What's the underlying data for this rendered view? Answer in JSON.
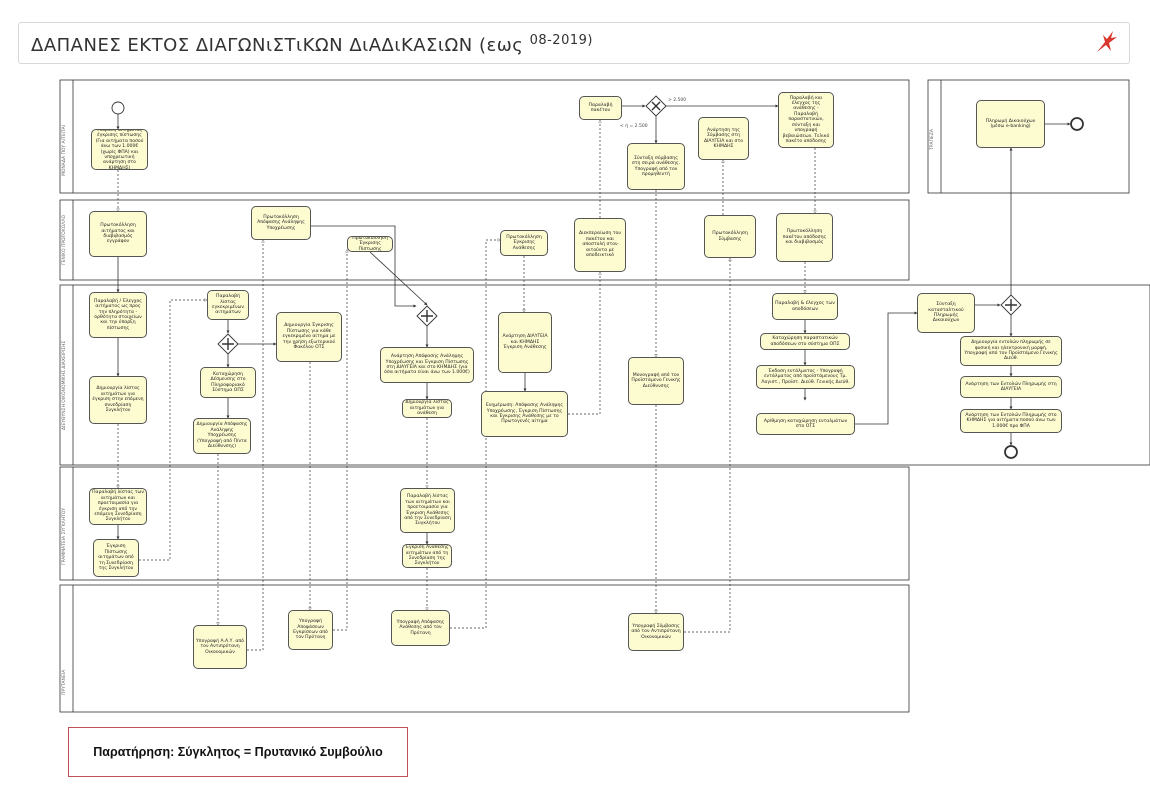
{
  "header": {
    "title": "ΔΑΠΑΝΕΣ ΕΚΤΟΣ ΔΙΑΓΩΝιΣΤιΚΩΝ ΔιΑΔιΚΑΣιΩΝ (εως ",
    "title_period": "08-2019)",
    "logo_icon": "deer-logo-icon"
  },
  "lanes": [
    "ΜΟΝΑΔΑ ΠΟΥ ΑΙΤΕΙΤΑΙ",
    "ΓΕΝΙΚΟ ΠΡΩΤΟΚΟΛΛΟ",
    "ΔΙΕΥΘΥΝΣΗ ΟΙΚΟΝΟΜΙΚΗΣ ΔΙΑΧΕΙΡΙΣΗΣ",
    "ΓΡΑΜΜΑΤΕΙΑ ΣΥΓΚΛΗΤΟΥ",
    "ΠΡΥΤΑΝΕΙΑ",
    "ΤΡΑΠΕΖΑ"
  ],
  "tasks": {
    "t1": "Υποβολή αιτήματος έγκρισης πίστωσης (Για αιτήματα ποσού άνω των 1.000€ (χωρίς ΦΠΑ) και υποχρεωτική ανάρτηση στο ΚΗΜΔΗΣ)",
    "t2": "Πρωτοκόλληση αιτήματος και διαβιβασμός εγγράφου",
    "t3": "Παραλαβή / Έλεγχος αιτήματος ως προς την πληρότητα - ορθότητα στοιχείων και την ύπαρξη πίστωσης",
    "t4": "Δημιουργία λίστας αιτημάτων για έγκριση στην επόμενη συνεδρίαση Συγκλήτου",
    "t5": "Παραλαβή λίστας εγκεκριμένων αιτημάτων",
    "t6": "Καταχώρηση Δέσμευσης στο Πληροφοριακό Σύστημα ΟΠΣ",
    "t7": "Δημιουργία Απόφασης Ανάληψης Υποχρέωσης (Υπογραφή από Π/ντα Διεύθυνσης)",
    "t8": "Πρωτοκόλληση Απόφασης Ανάληψης Υποχρέωσης",
    "t9": "Δημιουργία Έγκρισης Πίστωσης για κάθε εγκεκριμένο αίτημα με την χρήση εξωτερικού Φακέλου ΟΤΣ",
    "t10": "Πρωτοκόλληση Έγκρισης Πίστωσης",
    "t11": "Ανάρτηση Απόφασης Ανάληψης Υποχρέωσης και Έγκριση Πίστωσης στη ΔΙΑΥΓΕΙΑ και στο ΚΗΜΔΗΣ (για όσα αιτήματα είναι άνω των 1.000€)",
    "t12": "Δημιουργία λίστας αιτημάτων για ανάθεση",
    "t13": "Πρωτοκόλληση Έγκρισης Ανάθεσης",
    "t14": "Ανάρτηση ΔΙΑΥΓΕΙΑ και ΚΗΜΔΗΣ Έγκριση Ανάθεσης",
    "t15": "Ενημέρωση: Απόφασης Ανάληψης Υποχρέωσης, Έγκριση Πίστωσης και Έγκρισης Ανάθεσης με το Πρωτογενές αίτημα",
    "t16": "Παραλαβή πακέτου",
    "t17": "Σύνταξη σύμβασης στη σειρά ανάθεσης. Υπογραφή από τον προμηθευτή",
    "t18": "Διεκπεραίωση του πακέτου και αποστολή στον αιτούντα με αποδεικτικό",
    "t19": "Μονογραφή από τον Προϊστάμενο Γενικής Διεύθυνσης",
    "t20": "Ανάρτηση της Σύμβασης στη ΔΙΑΥΓΕΙΑ και στο ΚΗΜΔΗΣ",
    "t21": "Πρωτοκόλληση Σύμβασης",
    "t22": "Παραλαβή και έλεγχος της ανάθεσης - Παραλαβή παραστατικών, σύνταξη και υπογραφή βεβαιώσεων. Τελικό πακέτο απόδοσης",
    "t23": "Πρωτοκόλληση πακέτου απόδοσης και διαβιβασμός",
    "t24": "Παραλαβή & έλεγχος των αποδόσεων",
    "t25": "Καταχώρηση παραστατικών αποδόσεων στο σύστημα ΟΠΣ",
    "t26": "Έκδοση εντάλματος - Υπογραφή εντάλματος από προϊστάμενους Τμ. Λογιστ., Προϊστ. Διεύθ. Γενικής Διεύθ.",
    "t27": "Αρίθμηση καταχώρηση ενταλμάτων στο ΟΤΣ",
    "t28": "Σύνταξη κατασταλτικού Πληρωμής Δικαιούχων",
    "t29": "Δημιουργία εντολών πληρωμής σε φυσική και ηλεκτρονική μορφή. Υπογραφή από τον Προϊστάμενο Γενικής Διεύθ.",
    "t30": "Ανάρτηση των Εντολών Πληρωμής στη ΔΙΑΥΓΕΙΑ",
    "t31": "Ανάρτηση των Εντολών Πληρωμής στο ΚΗΜΔΗΣ για αιτήματα ποσού άνω των 1.000€ προ ΦΠΑ",
    "t32": "Πληρωμή Δικαιούχων (μέσω e-banking)",
    "t33": "Παραλαβή λίστας των αιτημάτων και προετοιμασία για έγκριση από την επόμενη Συνεδρίαση Συγκλήτου",
    "t34": "Έγκριση Πίστωσης αιτημάτων από τη Συνεδρίαση της Συγκλήτου",
    "t35": "Παραλαβή λίστας των αιτημάτων και προετοιμασία για Έγκριση Ανάθεσης από την Συνεδρίαση Συγκλήτου",
    "t36": "Έγκριση Ανάθεσης αιτημάτων από τη Συνεδρίαση της Συγκλήτου",
    "t37": "Υπογραφή Α.Α.Υ. από τον Αντιπρύτανη Οικονομικών",
    "t38": "Υπογραφή Αποφάσεων Εγκρίσεων από τον Πρύτανη",
    "t39": "Υπογραφή Απόφασης Ανάθεσης από τον Πρύτανη",
    "t40": "Υπογραφή Σύμβασης από τον Αντιπρύτανη Οικονομικών"
  },
  "conditions": {
    "gt": "> 2.500",
    "le": "< ή = 2.500"
  },
  "note": "Παρατήρηση: Σύγκλητος = Πρυτανικό Συμβούλιο"
}
